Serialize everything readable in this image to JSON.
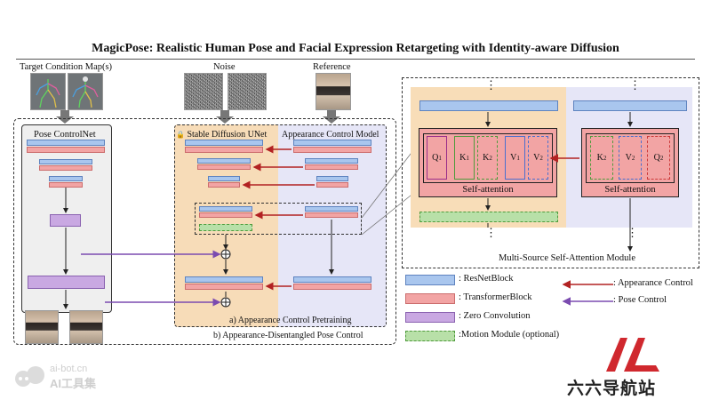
{
  "title": "MagicPose: Realistic Human Pose and Facial Expression Retargeting with Identity-aware Diffusion",
  "inputs": {
    "target_condition": "Target Condition Map(s)",
    "noise": "Noise",
    "reference": "Reference"
  },
  "panels": {
    "pose_controlnet": "Pose ControlNet",
    "stable_diffusion": "Stable Diffusion UNet",
    "appearance_control": "Appearance Control Model",
    "caption_a": "a) Appearance Control Pretraining",
    "caption_b": "b) Appearance-Disentangled Pose Control"
  },
  "attention": {
    "left_tokens": [
      "Q",
      "K",
      "K",
      "V",
      "V"
    ],
    "left_subs": [
      "1",
      "1",
      "2",
      "1",
      "2"
    ],
    "right_tokens": [
      "K",
      "V",
      "Q"
    ],
    "right_subs": [
      "2",
      "2",
      "2"
    ],
    "left_label": "Self-attention",
    "right_label": "Self-attention",
    "module_label": "Multi-Source Self-Attention Module",
    "ellipsis": "⋮"
  },
  "legend": {
    "resnet": ": ResNetBlock",
    "transformer": ": TransformerBlock",
    "zero_conv": ": Zero Convolution",
    "motion": ":Motion Module (optional)",
    "appearance_control": ": Appearance Control",
    "pose_control": ": Pose Control"
  },
  "symbols": {
    "plus": "⊕",
    "lock": "🔒"
  },
  "watermarks": {
    "left_line1": "ai-bot.cn",
    "left_line2": "AI工具集",
    "right_text": "六六导航站"
  },
  "colors": {
    "resnet": "#a9c6ee",
    "transformer": "#f2a4a4",
    "zero_conv": "#c9a8e2",
    "motion": "#b8e0a8",
    "appearance_arrow": "#b22222",
    "pose_arrow": "#7b4bb0",
    "sd_panel": "#f7dcb8",
    "app_panel": "#e6e6f7",
    "logo_red": "#d0282e"
  }
}
